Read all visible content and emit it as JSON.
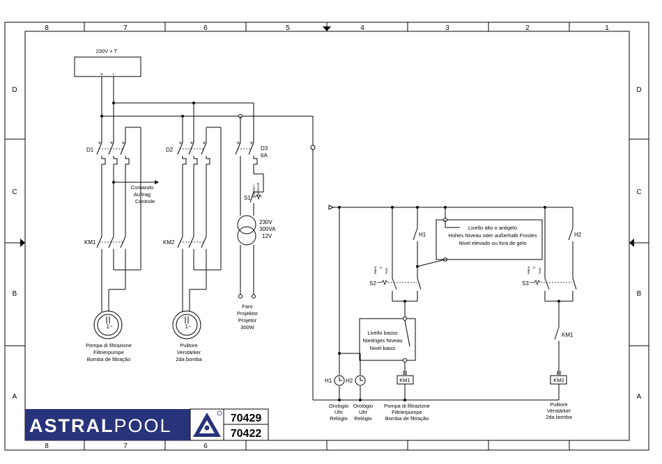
{
  "frame": {
    "zones_top": [
      "8",
      "7",
      "6",
      "5",
      "4",
      "3",
      "2",
      "1"
    ],
    "zones_bottom": [
      "8",
      "7",
      "6"
    ],
    "rows_left": [
      "D",
      "C",
      "B",
      "A"
    ],
    "rows_right": [
      "D",
      "C",
      "B",
      "A"
    ]
  },
  "supply": {
    "label": "230V + T",
    "n": "N",
    "l": "L"
  },
  "breakers": {
    "d1": "D1",
    "d2": "D2",
    "d3": "D3",
    "d3_rating": "6A"
  },
  "command": {
    "line1": "Comando",
    "line2": "Auftrag",
    "line3": "Controle"
  },
  "contactors": {
    "km1": "KM1",
    "km2": "KM2"
  },
  "switch_s1": {
    "label": "S1",
    "tag1": "ARRET /",
    "tag2": "MARCHE"
  },
  "transformer": {
    "line1": "230V",
    "line2": "300VA",
    "line3": "12V"
  },
  "projector": {
    "line1": "Faro",
    "line2": "Projektor",
    "line3": "Projetor",
    "line4": "300W"
  },
  "motor1": {
    "symbol": "1~",
    "line1": "Pompa di filtrazione",
    "line2": "Filtrierpumpe",
    "line3": "Bomba de filtração"
  },
  "motor2": {
    "symbol": "1~",
    "line1": "Pulitore",
    "line2": "Verstärker",
    "line3": "2da bomba"
  },
  "level_high": {
    "line1": "Livello alto o antigelo",
    "line2": "Hohes Niveau oder außerhalb Frostes",
    "line3": "Nivel elevado ou fora de gelo"
  },
  "level_low": {
    "line1": "Livello basso",
    "line2": "Niedriges Niveau",
    "line3": "Nivel baixo"
  },
  "selectors": {
    "s2": "S2",
    "s3": "S3",
    "manu": "Manu",
    "zero": "0",
    "auto": "Auto"
  },
  "timer_contacts": {
    "h1": "H1",
    "h2": "H2"
  },
  "timers": {
    "h1": "H1",
    "h2": "H2",
    "clock1": {
      "line1": "Orologio",
      "line2": "Uhr",
      "line3": "Relógio"
    },
    "clock2": {
      "line1": "Orologio",
      "line2": "Uhr",
      "line3": "Relógio"
    }
  },
  "coils": {
    "km1": "KM1",
    "km2": "KM2",
    "km1_caption": {
      "line1": "Pompa di filtrazione",
      "line2": "Filtrierpumpe",
      "line3": "Bomba de filtração"
    },
    "km2_caption": {
      "line1": "Pulitore",
      "line2": "Verstärker",
      "line3": "2da bomba"
    }
  },
  "km1_contact": "KM1",
  "logo": {
    "word_bold": "ASTRAL",
    "word_light": "POOL",
    "brand_color": "#27337a"
  },
  "codes": [
    "70429",
    "70422"
  ]
}
